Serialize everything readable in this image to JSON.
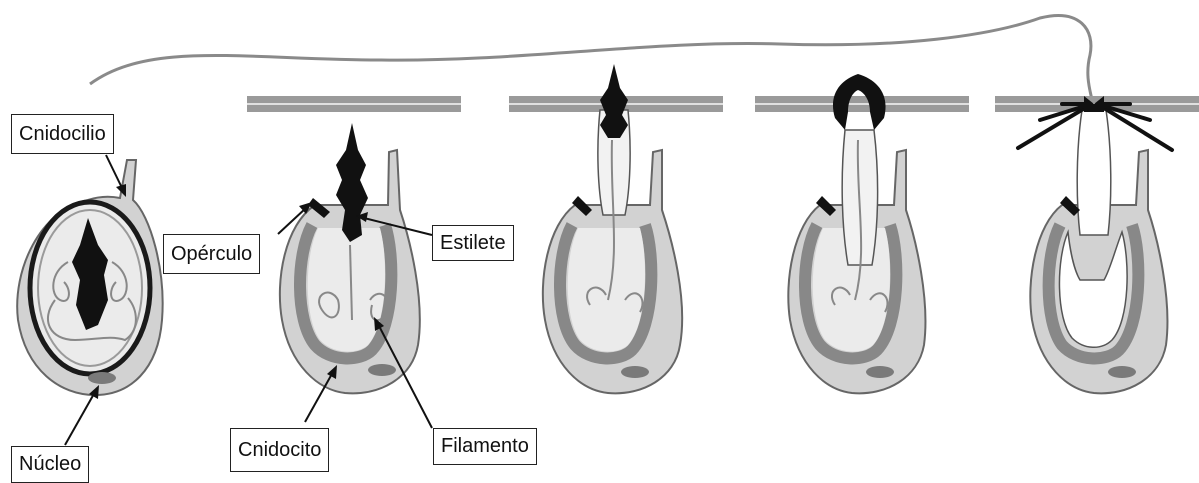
{
  "labels": {
    "cnidocilio": "Cnidocilio",
    "operculo": "Opérculo",
    "estilete": "Estilete",
    "nucleo": "Núcleo",
    "cnidocito": "Cnidocito",
    "filamento": "Filamento"
  },
  "colors": {
    "cell_fill": "#d2d2d2",
    "capsule_fill": "#ebebeb",
    "capsule_wall": "#888888",
    "membrane": "#9a9a9a",
    "dark": "#111111",
    "nucleus": "#7a7a7a",
    "thread": "#8a8a8a"
  },
  "stages": [
    {
      "name": "resting-cnidocyte"
    },
    {
      "name": "undischarged-under-membrane"
    },
    {
      "name": "operculum-opening"
    },
    {
      "name": "stylet-everting"
    },
    {
      "name": "fully-discharged"
    }
  ]
}
